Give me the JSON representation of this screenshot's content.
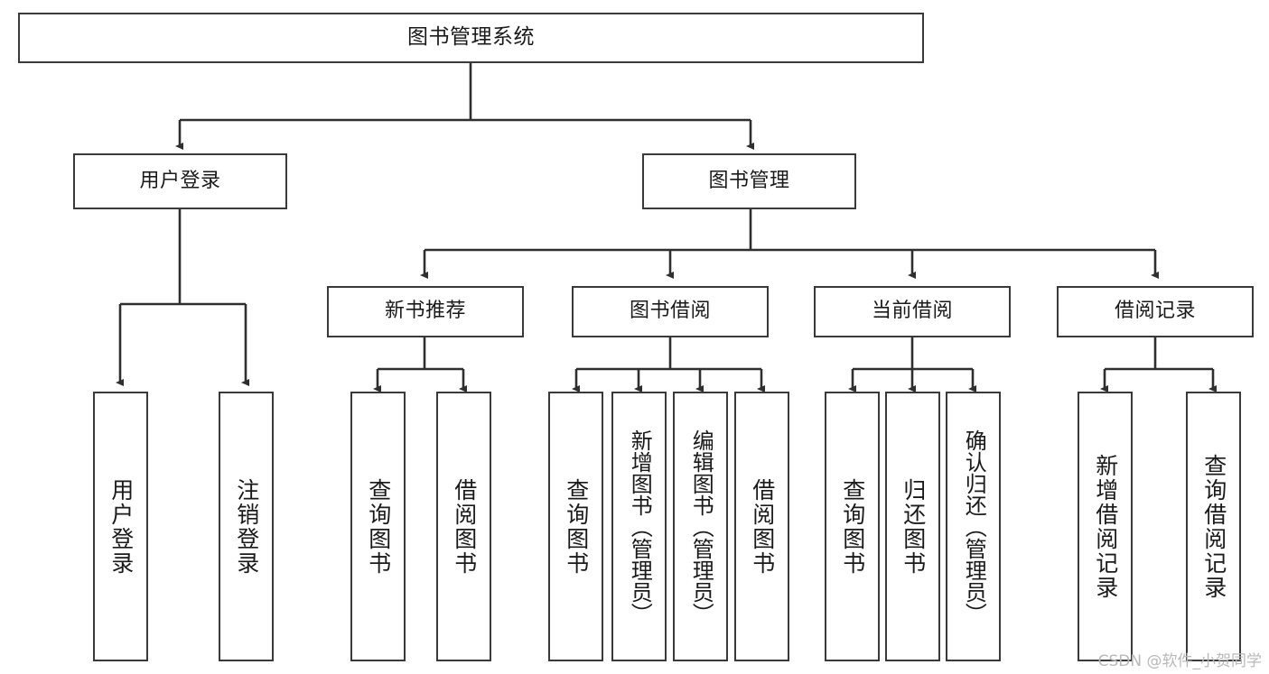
{
  "diagram": {
    "title": "图书管理系统",
    "watermark": "CSDN @软件_小贺同学",
    "colors": {
      "background": "#ffffff",
      "box_border": "#3a3a3a",
      "connector": "#2f2f2f",
      "text": "#1a1a1a",
      "watermark": "#b9b9b9"
    },
    "root": {
      "label": "图书管理系统"
    },
    "level2": [
      {
        "label": "用户登录"
      },
      {
        "label": "图书管理"
      }
    ],
    "level3": [
      {
        "label": "新书推荐"
      },
      {
        "label": "图书借阅"
      },
      {
        "label": "当前借阅"
      },
      {
        "label": "借阅记录"
      }
    ],
    "leaves": {
      "user_login": [
        {
          "label": "用户登录"
        },
        {
          "label": "注销登录"
        }
      ],
      "new_book_recommend": [
        {
          "label": "查询图书"
        },
        {
          "label": "借阅图书"
        }
      ],
      "book_borrow": [
        {
          "label": "查询图书"
        },
        {
          "label": "新增图书（管理员）"
        },
        {
          "label": "编辑图书（管理员）"
        },
        {
          "label": "借阅图书"
        }
      ],
      "current_borrow": [
        {
          "label": "查询图书"
        },
        {
          "label": "归还图书"
        },
        {
          "label": "确认归还（管理员）"
        }
      ],
      "borrow_records": [
        {
          "label": "新增借阅记录"
        },
        {
          "label": "查询借阅记录"
        }
      ]
    }
  }
}
